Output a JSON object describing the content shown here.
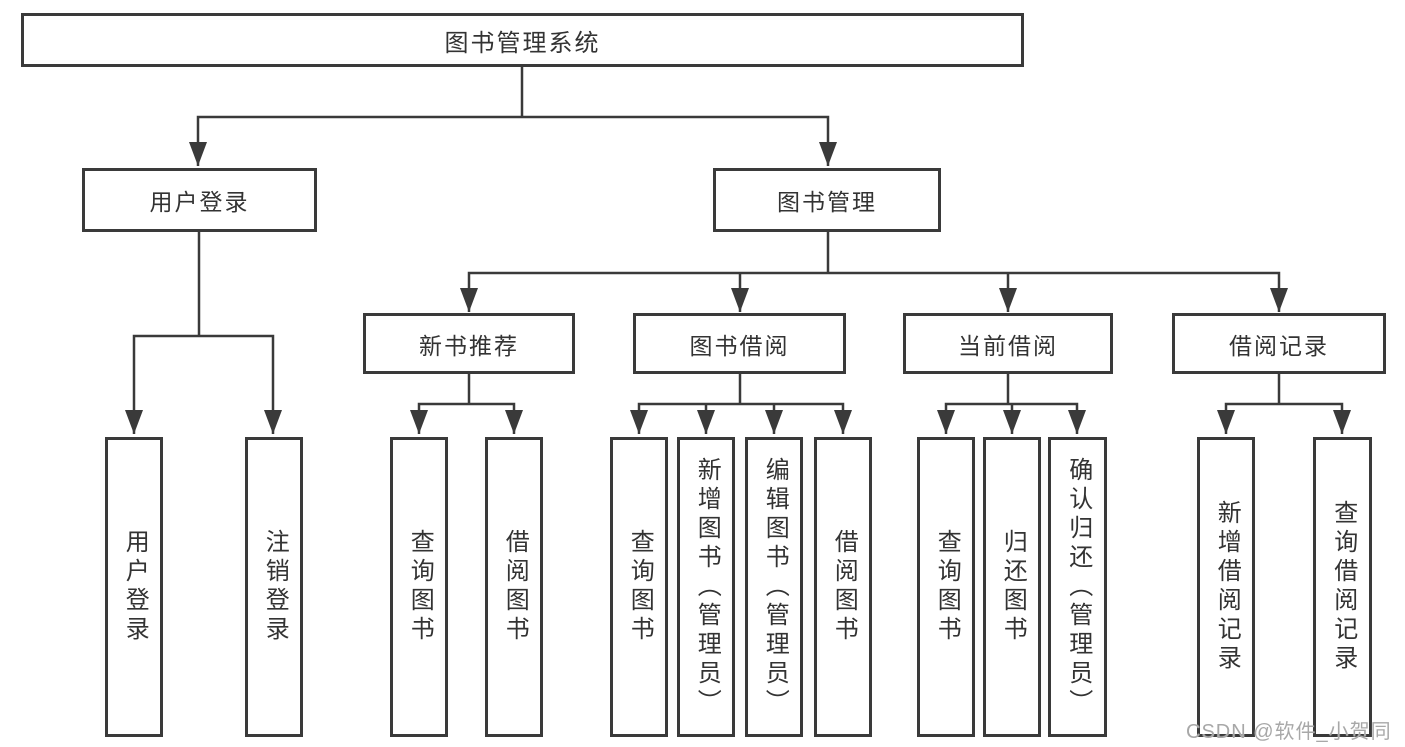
{
  "tree": {
    "root": {
      "label": "图书管理系统",
      "children": [
        {
          "label": "用户登录",
          "children": [
            {
              "label": "用户登录"
            },
            {
              "label": "注销登录"
            }
          ]
        },
        {
          "label": "图书管理",
          "children": [
            {
              "label": "新书推荐",
              "children": [
                {
                  "label": "查询图书"
                },
                {
                  "label": "借阅图书"
                }
              ]
            },
            {
              "label": "图书借阅",
              "children": [
                {
                  "label": "查询图书"
                },
                {
                  "label": "新增图书（管理员）"
                },
                {
                  "label": "编辑图书（管理员）"
                },
                {
                  "label": "借阅图书"
                }
              ]
            },
            {
              "label": "当前借阅",
              "children": [
                {
                  "label": "查询图书"
                },
                {
                  "label": "归还图书"
                },
                {
                  "label": "确认归还（管理员）"
                }
              ]
            },
            {
              "label": "借阅记录",
              "children": [
                {
                  "label": "新增借阅记录"
                },
                {
                  "label": "查询借阅记录"
                }
              ]
            }
          ]
        }
      ]
    }
  },
  "watermark": {
    "text": "CSDN @软件_小贺同学"
  },
  "colors": {
    "line": "#3a3a3a",
    "box_border": "#3a3a3a",
    "text": "#333333",
    "background": "#ffffff",
    "watermark": "#a8a8a8"
  }
}
